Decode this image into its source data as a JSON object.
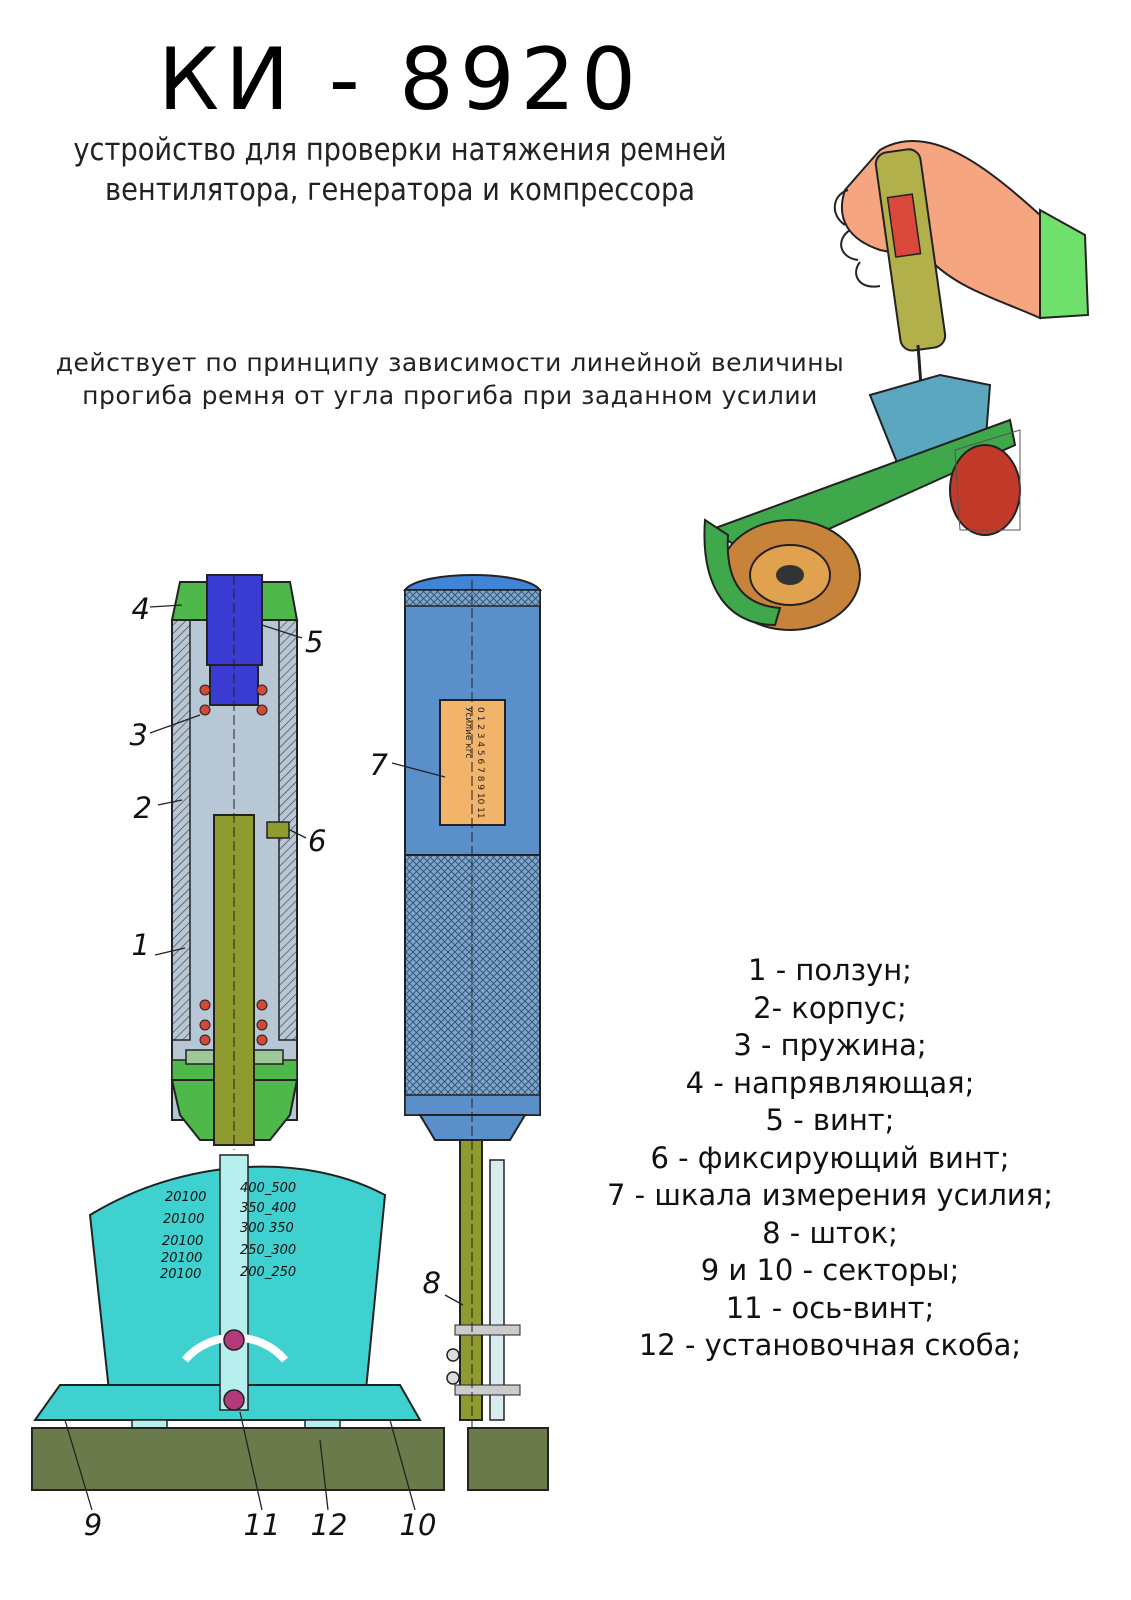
{
  "title": "КИ - 8920",
  "subtitle": [
    "устройство  для проверки натяжения ремней",
    "вентилятора, генератора и компрессора"
  ],
  "principle": [
    "действует по принципу зависимости линейной величины",
    "прогиба ремня от угла прогиба при заданном усилии"
  ],
  "legend": [
    "1 - ползун;",
    "2- корпус;",
    "3 - пружина;",
    "4 - напрявляющая;",
    "5 - винт;",
    "6 - фиксирующий винт;",
    "7 - шкала измерения усилия;",
    "8 - шток;",
    "9 и 10 - секторы;",
    "11 - ось-винт;",
    "12 - установочная скоба;"
  ],
  "callouts": [
    "1",
    "2",
    "3",
    "4",
    "5",
    "6",
    "7",
    "8",
    "9",
    "10",
    "11",
    "12"
  ],
  "scale_left": [
    "20100",
    "20100",
    "20100",
    "20100",
    "20100"
  ],
  "scale_right": [
    "400_500",
    "350_400",
    "300 350",
    "250_300",
    "200_250"
  ],
  "gauge_label": [
    "0 1 2 3 4 5 6 7 8 9 10 11",
    "Усилие кгс"
  ],
  "colors": {
    "cap_green": "#4fb84a",
    "screw_blue": "#3a3bd0",
    "body_blue": "#5a8fc9",
    "base_cyan": "#3ed1cf",
    "rod_olive": "#8f9a2f",
    "ground": "#6b7a4a",
    "label_orange": "#f2b46a",
    "skin": "#f5a57f",
    "sleeve": "#6ee06b"
  }
}
